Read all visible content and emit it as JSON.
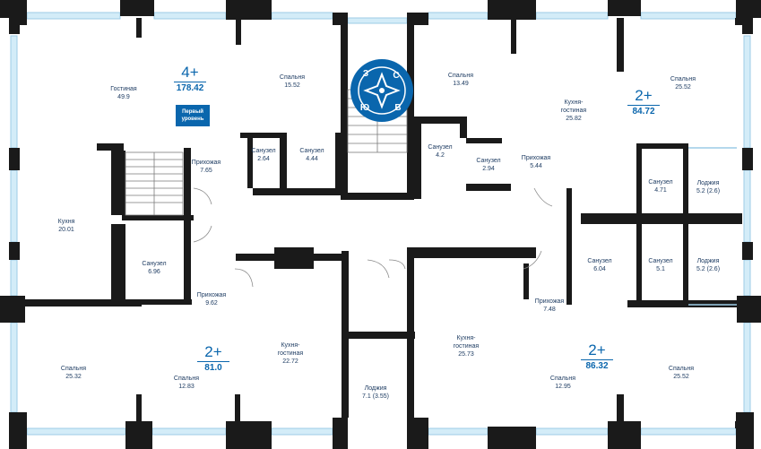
{
  "apartments": [
    {
      "id": "apt-4",
      "rooms": "4+",
      "area": "178.42"
    },
    {
      "id": "apt-2a",
      "rooms": "2+",
      "area": "84.72"
    },
    {
      "id": "apt-2b",
      "rooms": "2+",
      "area": "81.0"
    },
    {
      "id": "apt-2c",
      "rooms": "2+",
      "area": "86.32"
    }
  ],
  "level_badge": {
    "line1": "Первый",
    "line2": "уровень"
  },
  "compass": {
    "n": "С",
    "e": "В",
    "s": "Ю",
    "w": "З"
  },
  "rooms": [
    {
      "name": "Гостиная",
      "area": "49.9"
    },
    {
      "name": "Спальня",
      "area": "15.52"
    },
    {
      "name": "Санузел",
      "area": "2.64"
    },
    {
      "name": "Санузел",
      "area": "4.44"
    },
    {
      "name": "Прихожая",
      "area": "7.65"
    },
    {
      "name": "Кухня",
      "area": "20.01"
    },
    {
      "name": "Санузел",
      "area": "6.96"
    },
    {
      "name": "Прихожая",
      "area": "9.62"
    },
    {
      "name": "Спальня",
      "area": "25.32"
    },
    {
      "name": "Спальня",
      "area": "12.83"
    },
    {
      "name": "Кухня-\nгостиная",
      "area": "22.72"
    },
    {
      "name": "Лоджия",
      "area": "7.1 (3.55)"
    },
    {
      "name": "Спальня",
      "area": "13.49"
    },
    {
      "name": "Санузел",
      "area": "4.2"
    },
    {
      "name": "Санузел",
      "area": "2.94"
    },
    {
      "name": "Прихожая",
      "area": "5.44"
    },
    {
      "name": "Кухня-\nгостиная",
      "area": "25.82"
    },
    {
      "name": "Спальня",
      "area": "25.52"
    },
    {
      "name": "Санузел",
      "area": "4.71"
    },
    {
      "name": "Лоджия",
      "area": "5.2 (2.6)"
    },
    {
      "name": "Санузел",
      "area": "6.04"
    },
    {
      "name": "Санузел",
      "area": "5.1"
    },
    {
      "name": "Лоджия",
      "area": "5.2 (2.6)"
    },
    {
      "name": "Прихожая",
      "area": "7.48"
    },
    {
      "name": "Кухня-\nгостиная",
      "area": "25.73"
    },
    {
      "name": "Спальня",
      "area": "12.95"
    },
    {
      "name": "Спальня",
      "area": "25.52"
    }
  ],
  "colors": {
    "wall": "#1a1a1a",
    "window": "#cfe9f7",
    "accent": "#0a66ad",
    "text": "#1f3d63"
  }
}
